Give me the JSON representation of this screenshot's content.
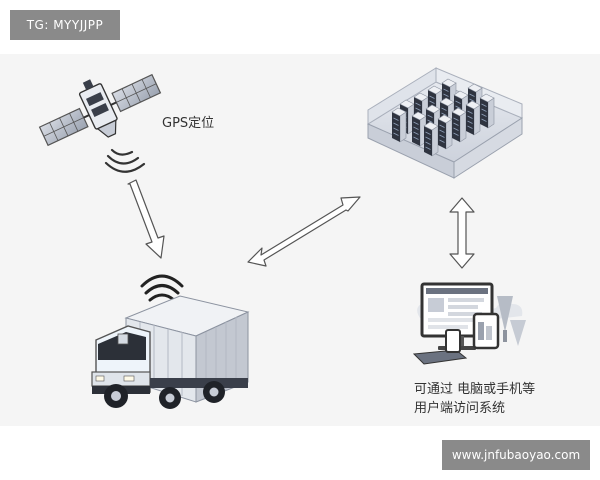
{
  "badges": {
    "top_left": "TG: MYYJJPP",
    "bottom_right": "www.jnfubaoyao.com"
  },
  "diagram": {
    "gps_label": "GPS定位",
    "users_label_line1": "可通过 电脑或手机等",
    "users_label_line2": "用户端访问系统"
  },
  "icons": [
    "satellite-icon",
    "server-room-icon",
    "computer-devices-icon",
    "truck-icon",
    "wifi-signal-icon"
  ],
  "colors": {
    "panel_background": "#f5f5f5",
    "badge_background": "#8a8a8a",
    "truck_cab": "#eef4fa",
    "server_rack": "#2f3440"
  }
}
